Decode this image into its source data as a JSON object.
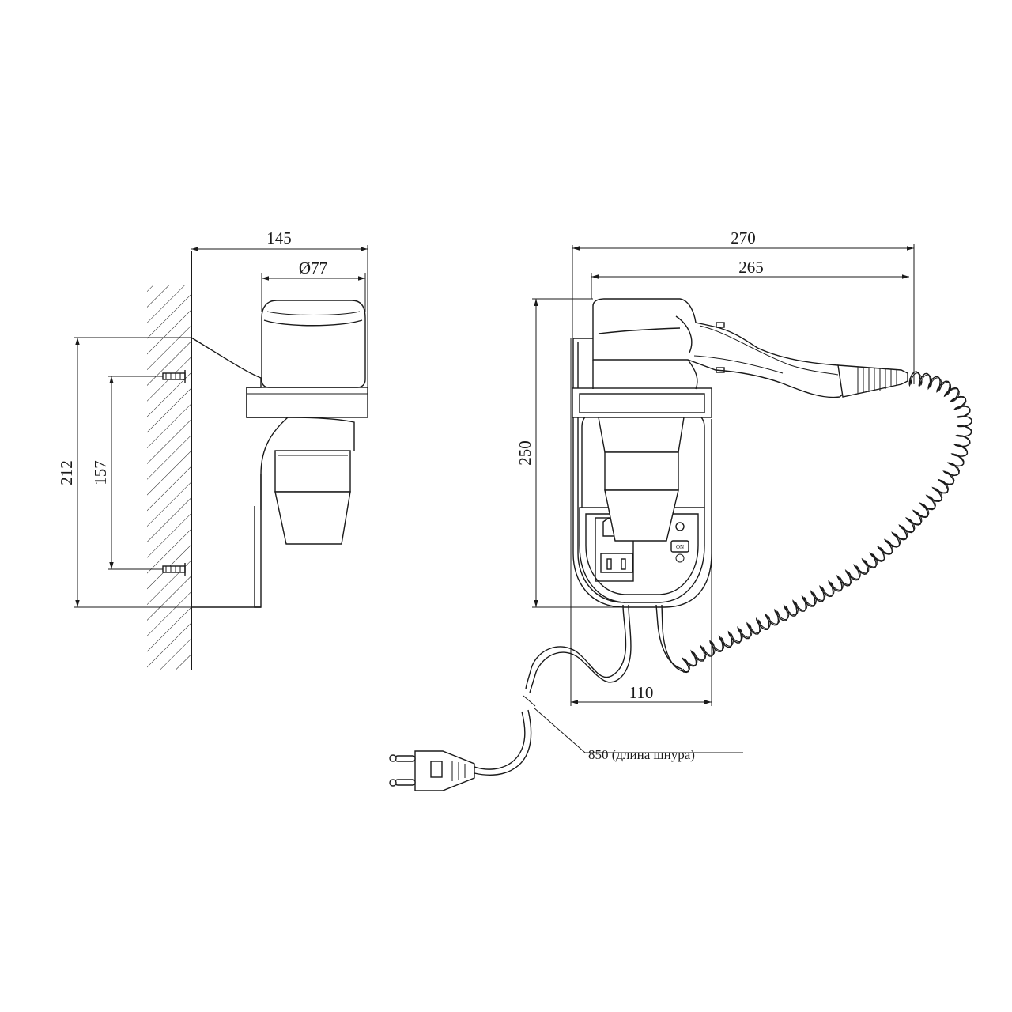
{
  "side_view": {
    "dim_width": "145",
    "dim_diameter": "Ø77",
    "dim_height": "212",
    "dim_mount_spacing": "157"
  },
  "front_view": {
    "dim_width_total": "270",
    "dim_width_body": "265",
    "dim_height": "250",
    "dim_base_width": "110",
    "switch_label": "ON"
  },
  "cord_callout": "850 (длина шнура)",
  "colors": {
    "line": "#1a1a1a",
    "background": "#ffffff"
  }
}
